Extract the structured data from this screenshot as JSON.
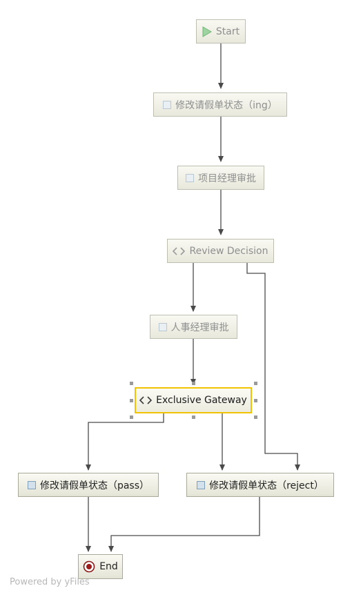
{
  "diagram": {
    "nodes": {
      "start": {
        "label": "Start",
        "icon": "play-icon"
      },
      "set_status_ing": {
        "label": "修改请假单状态（ing）",
        "icon": "task-icon"
      },
      "pm_approval": {
        "label": "项目经理审批",
        "icon": "task-icon"
      },
      "review_decision": {
        "label": "Review Decision",
        "icon": "gateway-icon"
      },
      "hr_approval": {
        "label": "人事经理审批",
        "icon": "task-icon"
      },
      "exclusive_gateway": {
        "label": "Exclusive Gateway",
        "icon": "gateway-icon"
      },
      "set_status_pass": {
        "label": "修改请假单状态（pass）",
        "icon": "task-icon"
      },
      "set_status_reject": {
        "label": "修改请假单状态（reject）",
        "icon": "task-icon"
      },
      "end": {
        "label": "End",
        "icon": "end-event-icon"
      }
    },
    "edges": [
      [
        "Start",
        "修改请假单状态（ing）"
      ],
      [
        "修改请假单状态（ing）",
        "项目经理审批"
      ],
      [
        "项目经理审批",
        "Review Decision"
      ],
      [
        "Review Decision",
        "人事经理审批"
      ],
      [
        "Review Decision",
        "修改请假单状态（reject）"
      ],
      [
        "人事经理审批",
        "Exclusive Gateway"
      ],
      [
        "Exclusive Gateway",
        "修改请假单状态（pass）"
      ],
      [
        "Exclusive Gateway",
        "修改请假单状态（reject）"
      ],
      [
        "修改请假单状态（pass）",
        "End"
      ],
      [
        "修改请假单状态（reject）",
        "End"
      ]
    ],
    "selected_node": "Exclusive Gateway",
    "colors": {
      "edge": "#4a4a4a",
      "selection": "#f2c300",
      "node_border": "#bdbdb0",
      "start_icon": "#7bc47f",
      "end_icon": "#9e1b1b"
    }
  },
  "footer": {
    "watermark": "Powered by yFiles"
  }
}
